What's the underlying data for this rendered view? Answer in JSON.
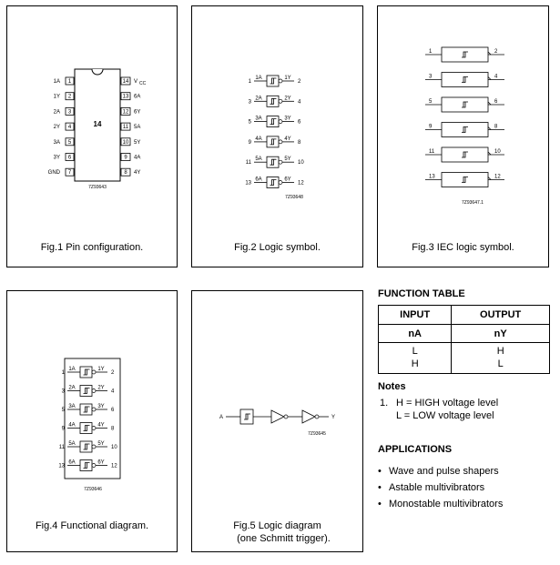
{
  "fig1": {
    "caption": "Fig.1  Pin configuration.",
    "chip_label": "14",
    "code": "7Z93643",
    "left_pins": [
      {
        "num": "1",
        "label": "1A"
      },
      {
        "num": "2",
        "label": "1Y"
      },
      {
        "num": "3",
        "label": "2A"
      },
      {
        "num": "4",
        "label": "2Y"
      },
      {
        "num": "5",
        "label": "3A"
      },
      {
        "num": "6",
        "label": "3Y"
      },
      {
        "num": "7",
        "label": "GND"
      }
    ],
    "right_pins": [
      {
        "num": "14",
        "label": "V",
        "sub": "CC"
      },
      {
        "num": "13",
        "label": "6A"
      },
      {
        "num": "12",
        "label": "6Y"
      },
      {
        "num": "11",
        "label": "5A"
      },
      {
        "num": "10",
        "label": "5Y"
      },
      {
        "num": "9",
        "label": "4A"
      },
      {
        "num": "8",
        "label": "4Y"
      }
    ]
  },
  "fig2": {
    "caption": "Fig.2  Logic symbol.",
    "code": "7Z93648",
    "gates": [
      {
        "in_pin": "1",
        "in": "1A",
        "out": "1Y",
        "out_pin": "2"
      },
      {
        "in_pin": "3",
        "in": "2A",
        "out": "2Y",
        "out_pin": "4"
      },
      {
        "in_pin": "5",
        "in": "3A",
        "out": "3Y",
        "out_pin": "6"
      },
      {
        "in_pin": "9",
        "in": "4A",
        "out": "4Y",
        "out_pin": "8"
      },
      {
        "in_pin": "11",
        "in": "5A",
        "out": "5Y",
        "out_pin": "10"
      },
      {
        "in_pin": "13",
        "in": "6A",
        "out": "6Y",
        "out_pin": "12"
      }
    ]
  },
  "fig3": {
    "caption": "Fig.3  IEC logic symbol.",
    "code": "7Z93647.1",
    "gates": [
      {
        "in": "1",
        "out": "2"
      },
      {
        "in": "3",
        "out": "4"
      },
      {
        "in": "5",
        "out": "6"
      },
      {
        "in": "9",
        "out": "8"
      },
      {
        "in": "11",
        "out": "10"
      },
      {
        "in": "13",
        "out": "12"
      }
    ]
  },
  "fig4": {
    "caption": "Fig.4  Functional diagram.",
    "code": "7Z93646",
    "gates": [
      {
        "in_pin": "1",
        "in": "1A",
        "out": "1Y",
        "out_pin": "2"
      },
      {
        "in_pin": "3",
        "in": "2A",
        "out": "2Y",
        "out_pin": "4"
      },
      {
        "in_pin": "5",
        "in": "3A",
        "out": "3Y",
        "out_pin": "6"
      },
      {
        "in_pin": "9",
        "in": "4A",
        "out": "4Y",
        "out_pin": "8"
      },
      {
        "in_pin": "11",
        "in": "5A",
        "out": "5Y",
        "out_pin": "10"
      },
      {
        "in_pin": "13",
        "in": "6A",
        "out": "6Y",
        "out_pin": "12"
      }
    ]
  },
  "fig5": {
    "caption_line1": "Fig.5    Logic diagram",
    "caption_line2": "(one Schmitt trigger).",
    "input": "A",
    "output": "Y",
    "code": "7Z93645"
  },
  "function_table": {
    "title": "FUNCTION TABLE",
    "headers": [
      "INPUT",
      "OUTPUT"
    ],
    "subheaders": [
      "nA",
      "nY"
    ],
    "rows": [
      [
        "L",
        "H"
      ],
      [
        "H",
        "L"
      ]
    ]
  },
  "notes": {
    "title": "Notes",
    "number": "1.",
    "line1": "H = HIGH voltage level",
    "line2": "L = LOW voltage level"
  },
  "applications": {
    "title": "APPLICATIONS",
    "items": [
      "Wave and pulse shapers",
      "Astable multivibrators",
      "Monostable multivibrators"
    ]
  }
}
